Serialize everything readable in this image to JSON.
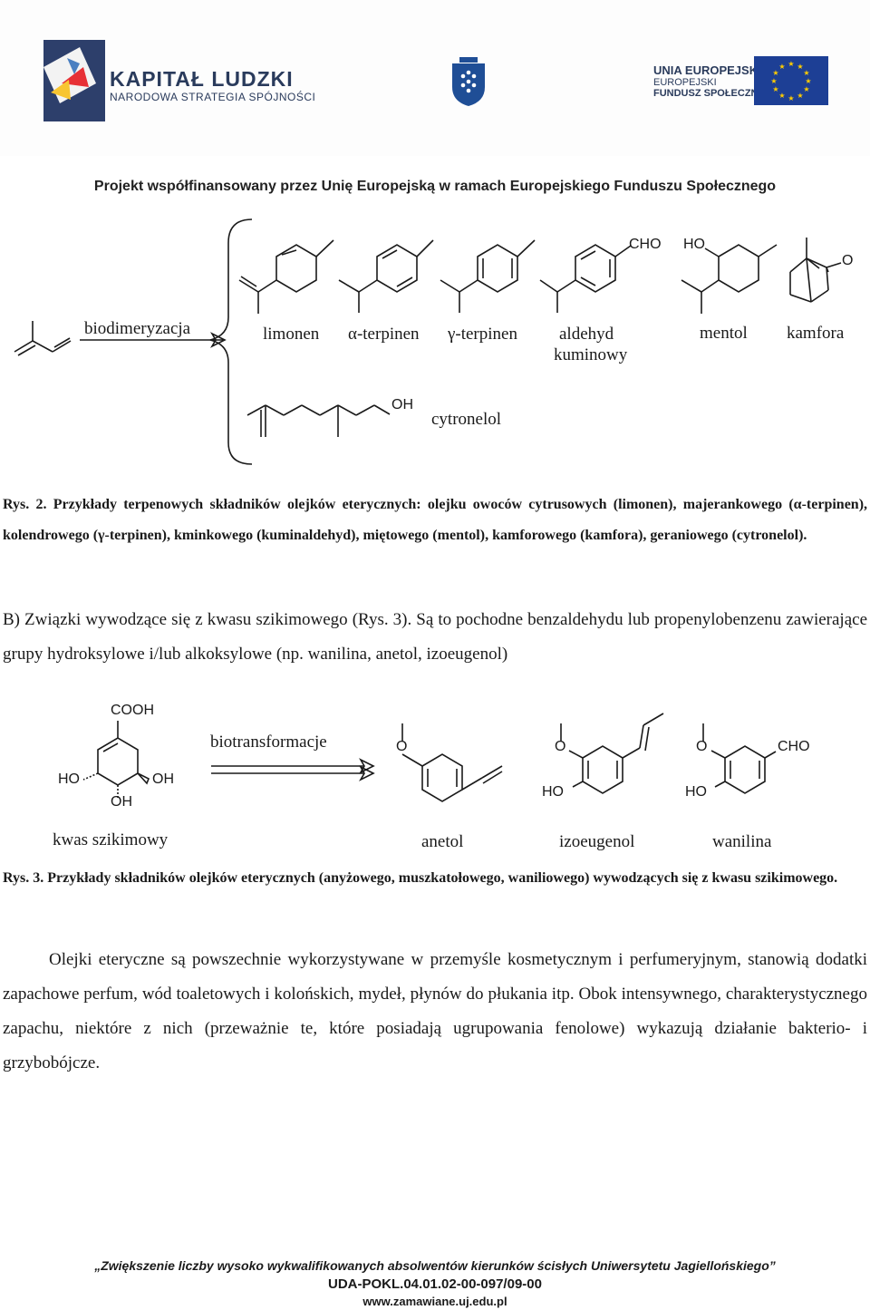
{
  "header": {
    "kapital_title": "KAPITAŁ LUDZKI",
    "kapital_subtitle": "NARODOWA STRATEGIA SPÓJNOŚCI",
    "eu_line1": "UNIA EUROPEJSKA",
    "eu_line2": "EUROPEJSKI",
    "eu_line3": "FUNDUSZ SPOŁECZNY",
    "project_line": "Projekt współfinansowany przez Unię Europejską w ramach Europejskiego Funduszu Społecznego"
  },
  "figure2": {
    "process_label": "biodimeryzacja",
    "compounds": {
      "limonen": "limonen",
      "alpha_terpinen": "α-terpinen",
      "gamma_terpinen": "γ-terpinen",
      "aldehyd_line1": "aldehyd",
      "aldehyd_line2": "kuminowy",
      "mentol": "mentol",
      "kamfora": "kamfora",
      "cytronelol": "cytronelol"
    },
    "atoms": {
      "cho": "CHO",
      "ho": "HO",
      "o": "O",
      "oh": "OH"
    },
    "caption_lead": "Rys.  2.",
    "caption": "Przykłady terpenowych składników olejków eterycznych: olejku owoców cytrusowych (limonen), majerankowego (α-terpinen), kolendrowego (γ-terpinen), kminkowego (kuminaldehyd), miętowego (mentol), kamforowego (kamfora), geraniowego (cytronelol)."
  },
  "section_b": {
    "text": "B) Związki wywodzące się z kwasu szikimowego (Rys. 3). Są to pochodne benzaldehydu lub propenylobenzenu zawierające grupy hydroksylowe i/lub alkoksylowe (np. wanilina, anetol, izoeugenol)"
  },
  "figure3": {
    "process_label": "biotransformacje",
    "atoms": {
      "cooh": "COOH",
      "ho": "HO",
      "oh": "OH",
      "o": "O",
      "cho": "CHO"
    },
    "names": {
      "kwas": "kwas szikimowy",
      "anetol": "anetol",
      "izoeugenol": "izoeugenol",
      "wanilina": "wanilina"
    },
    "caption_lead": "Rys. 3.",
    "caption": "Przykłady składników olejków eterycznych (anyżowego, muszkatołowego, waniliowego) wywodzących się z kwasu szikimowego."
  },
  "body_paragraph": "Olejki eteryczne są powszechnie wykorzystywane w przemyśle kosmetycznym i perfumeryjnym, stanowią dodatki zapachowe perfum, wód toaletowych i kolońskich, mydeł, płynów do płukania itp. Obok intensywnego, charakterystycznego zapachu, niektóre z nich (przeważnie te, które posiadają ugrupowania fenolowe) wykazują działanie bakterio- i grzybobójcze.",
  "footer": {
    "line1": "„Zwiększenie liczby wysoko wykwalifikowanych absolwentów kierunków ścisłych Uniwersytetu Jagiellońskiego”",
    "line2": "UDA-POKL.04.01.02-00-097/09-00",
    "line3": "www.zamawiane.uj.edu.pl"
  }
}
